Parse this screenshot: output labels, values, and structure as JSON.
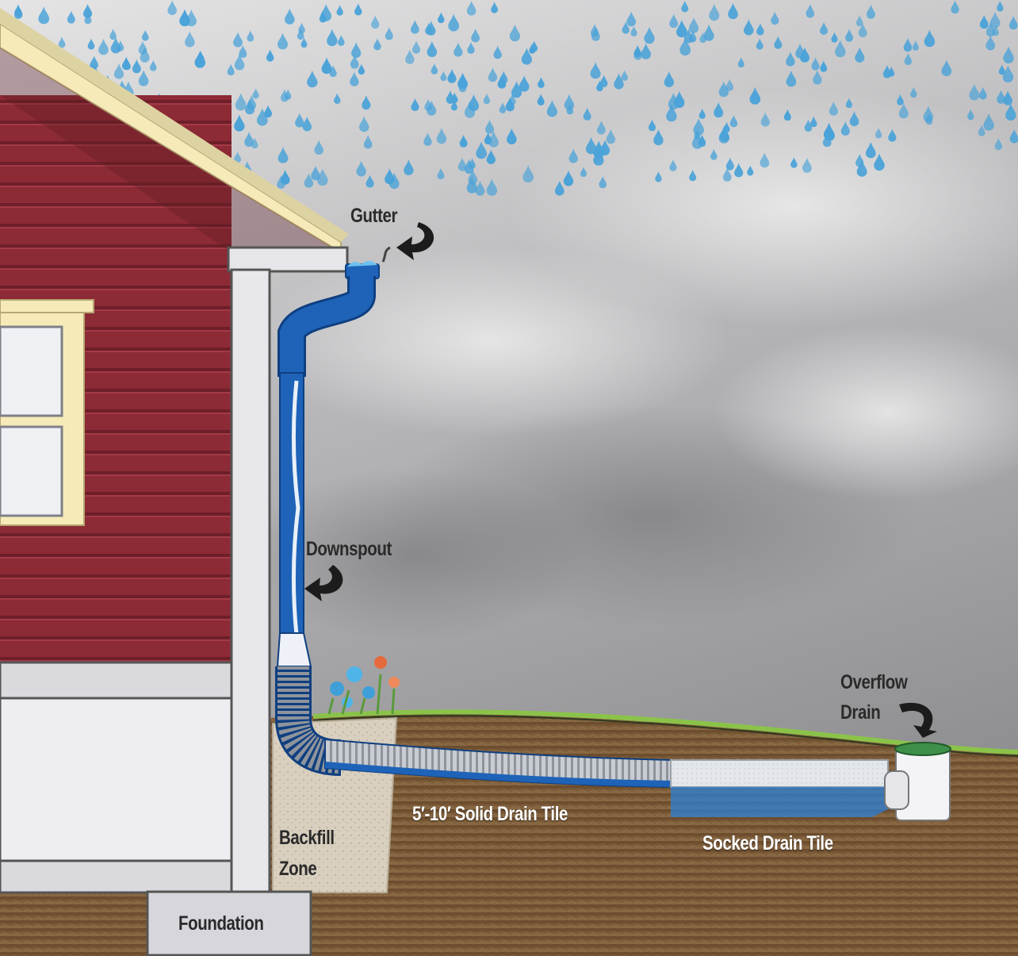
{
  "labels": {
    "gutter": "Gutter",
    "downspout": "Downspout",
    "overflow_line1": "Overflow",
    "overflow_line2": "Drain",
    "solid_tile": "5′-10′ Solid Drain Tile",
    "socked_tile": "Socked Drain Tile",
    "backfill_line1": "Backfill",
    "backfill_line2": "Zone",
    "foundation": "Foundation"
  },
  "colors": {
    "sky_light": "#d9d9da",
    "sky_dark": "#8d8d90",
    "rain": "#4aa3d9",
    "siding": "#8c2a35",
    "trim": "#f6eab8",
    "foundation_wall": "#e6e6ea",
    "pipe_blue": "#1e63b8",
    "soil": "#7a5a36",
    "grass": "#8bc34a",
    "water": "#2b7fd6"
  }
}
